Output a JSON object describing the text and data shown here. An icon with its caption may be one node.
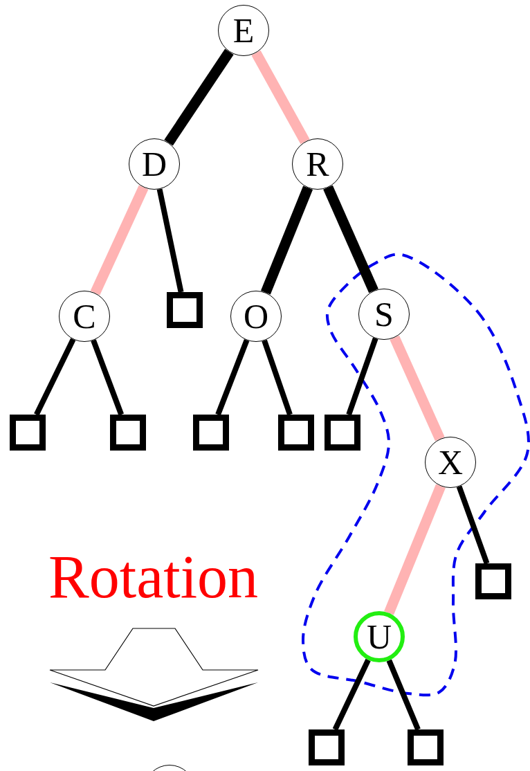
{
  "diagram": {
    "nodes": [
      {
        "text": [
          "E"
        ]
      },
      {
        "text": [
          "D"
        ]
      },
      {
        "text": [
          "R"
        ]
      },
      {
        "text": [
          "C"
        ]
      },
      {
        "text": [],
        "shape": "box"
      },
      {
        "text": [
          "O"
        ]
      },
      {
        "text": [
          "S"
        ]
      },
      {
        "text": [],
        "shape": "box"
      },
      {
        "text": [],
        "shape": "box"
      },
      {
        "text": [],
        "shape": "box"
      },
      {
        "text": [],
        "shape": "box"
      },
      {
        "text": [],
        "shape": "box"
      },
      {
        "text": [
          "X"
        ]
      },
      {
        "text": [],
        "shape": "box"
      },
      {
        "text": [
          "U"
        ]
      },
      {
        "text": [],
        "shape": "box"
      },
      {
        "text": [],
        "shape": "box"
      },
      {
        "text": [],
        "shape": "circle"
      }
    ],
    "edges": [
      {
        "from": 0,
        "to": 1,
        "arrow": "none",
        "style": "thick"
      },
      {
        "from": 0,
        "to": 2,
        "arrow": "none",
        "style": "thick",
        "color": "#ffb3b3"
      },
      {
        "from": 1,
        "to": 3,
        "arrow": "none",
        "style": "thick",
        "color": "#ffb3b3"
      },
      {
        "from": 1,
        "to": 4,
        "arrow": "none"
      },
      {
        "from": 2,
        "to": 5,
        "arrow": "none",
        "style": "thick"
      },
      {
        "from": 2,
        "to": 6,
        "arrow": "none",
        "style": "thick"
      },
      {
        "from": 3,
        "to": 7,
        "arrow": "none"
      },
      {
        "from": 3,
        "to": 8,
        "arrow": "none"
      },
      {
        "from": 5,
        "to": 9,
        "arrow": "none"
      },
      {
        "from": 5,
        "to": 10,
        "arrow": "none"
      },
      {
        "from": 6,
        "to": 11,
        "arrow": "none"
      },
      {
        "from": 6,
        "to": 12,
        "arrow": "none",
        "style": "thick",
        "color": "#ffb3b3"
      },
      {
        "from": 12,
        "to": 14,
        "arrow": "none",
        "style": "thick",
        "color": "#ffb3b3"
      },
      {
        "from": 12,
        "to": 13,
        "arrow": "none"
      },
      {
        "from": 14,
        "to": 15,
        "arrow": "none"
      },
      {
        "from": 14,
        "to": 16,
        "arrow": "none"
      }
    ],
    "labels": [
      "Rotation"
    ]
  }
}
